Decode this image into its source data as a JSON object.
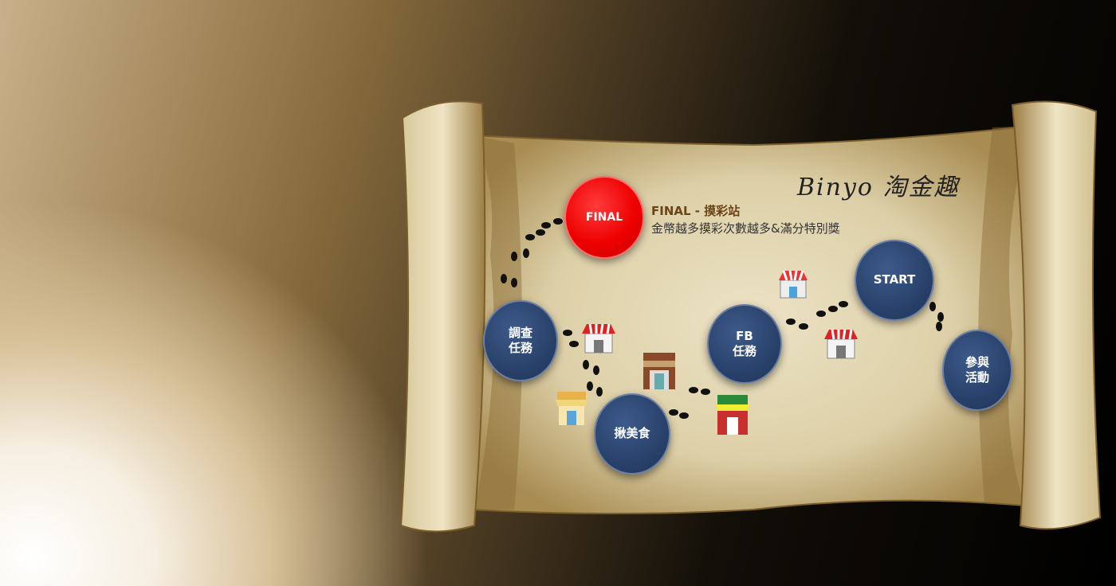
{
  "title": "Binyo 淘金趣",
  "final_info": {
    "heading": "FINAL - 摸彩站",
    "description": "金幣越多摸彩次數越多&滿分特別獎"
  },
  "nodes": {
    "final": "FINAL",
    "start": "START",
    "survey": [
      "調查",
      "任務"
    ],
    "food": "揪美食",
    "fb": [
      "FB",
      "任務"
    ],
    "join": [
      "參與",
      "活動"
    ]
  }
}
